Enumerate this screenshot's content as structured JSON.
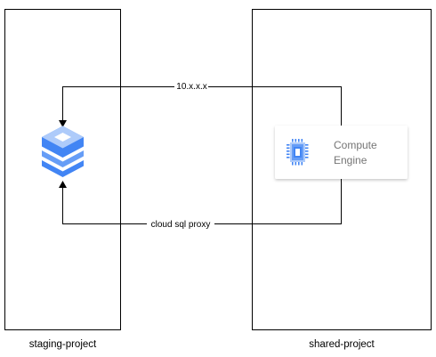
{
  "projects": {
    "staging": {
      "label": "staging-project"
    },
    "shared": {
      "label": "shared-project"
    }
  },
  "connections": {
    "top": {
      "label": "10.x.x.x"
    },
    "bottom": {
      "label": "cloud sql proxy"
    }
  },
  "compute_engine": {
    "line1": "Compute",
    "line2": "Engine",
    "icon": "compute-engine-icon"
  },
  "database": {
    "icon": "cloud-sql-icon"
  },
  "colors": {
    "line": "#000000",
    "gcp_blue_light": "#AECBFA",
    "gcp_blue_mid": "#669DF6",
    "gcp_blue": "#4285F4",
    "card_text": "#757575"
  }
}
